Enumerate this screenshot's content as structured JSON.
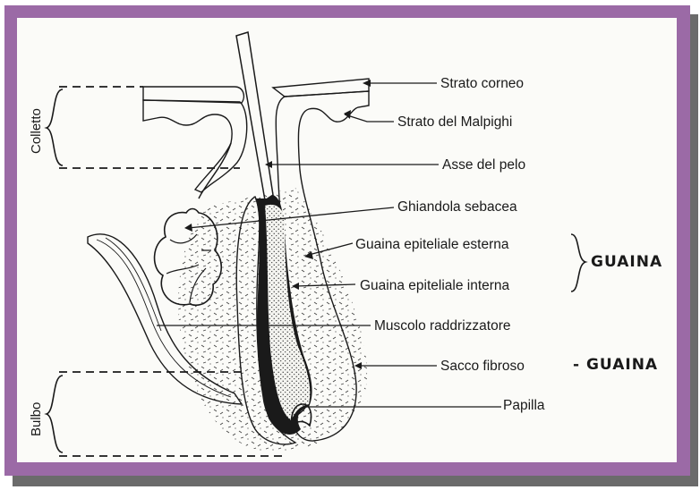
{
  "colors": {
    "frame": "#9b6aa6",
    "frame_shadow": "#6b6b6b",
    "paper": "#fbfbf8",
    "ink": "#1a1a1a"
  },
  "labels": {
    "strato_corneo": "Strato corneo",
    "strato_malpighi": "Strato del Malpighi",
    "asse_pelo": "Asse del pelo",
    "ghiandola": "Ghiandola sebacea",
    "guaina_esterna": "Guaina epiteliale esterna",
    "guaina_interna": "Guaina epiteliale interna",
    "muscolo": "Muscolo raddrizzatore",
    "sacco": "Sacco fibroso",
    "papilla": "Papilla"
  },
  "groups": {
    "guaina_1": "GUAINA",
    "guaina_2": "- GUAINA",
    "colletto": "Colletto",
    "bulbo": "Bulbo"
  }
}
